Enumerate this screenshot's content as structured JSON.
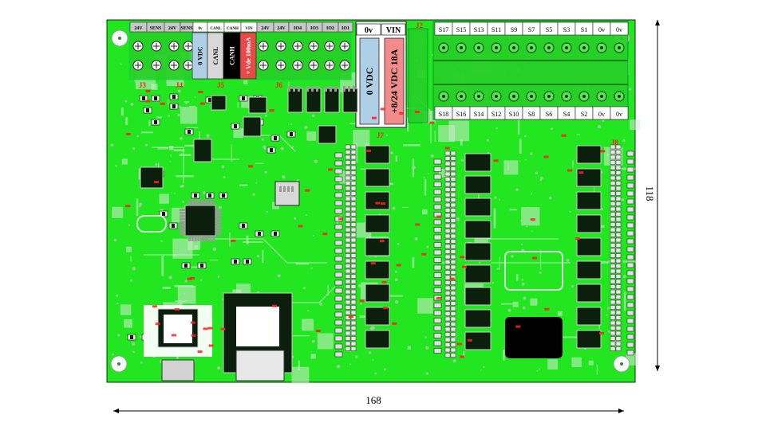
{
  "dimensions": {
    "width_label": "168",
    "height_label": "118"
  },
  "colors": {
    "board": "#22e61f",
    "silk": "#d6e9d6",
    "pad": "#9a9a9a",
    "dark": "#0c1f0c",
    "ref_red": "#ff2020",
    "term_green": "#27cf27",
    "zero_vdc_fill": "#aecfe6",
    "vin_fill": "#f28c8c",
    "canh_fill": "#000000"
  },
  "connectors": {
    "left_top": {
      "labels": [
        "24V",
        "SENS",
        "24V",
        "SENS",
        "0v",
        "CANL",
        "CANH",
        "VIN",
        "24V",
        "24V",
        "IO4",
        "IO3",
        "IO2",
        "IO1"
      ],
      "vertical_labels": [
        "0 VDC",
        "CANL",
        "CANH",
        "+ Vde 100mA"
      ]
    },
    "power": {
      "labels": [
        "0v",
        "VIN"
      ],
      "vertical_labels": [
        "0 VDC",
        "+8/24 VDC 18A"
      ]
    },
    "signals_top": [
      "S17",
      "S15",
      "S13",
      "S11",
      "S9",
      "S7",
      "S5",
      "S3",
      "S1",
      "0v",
      "0v"
    ],
    "signals_bottom": [
      "S18",
      "S16",
      "S14",
      "S12",
      "S10",
      "S8",
      "S6",
      "S4",
      "S2",
      "0v",
      "0v"
    ]
  },
  "ref_designators": {
    "J2": "J2",
    "J3": "J3",
    "J4": "J4",
    "J5": "J5",
    "J6": "J6",
    "J7": "J7",
    "J8": "J8"
  }
}
